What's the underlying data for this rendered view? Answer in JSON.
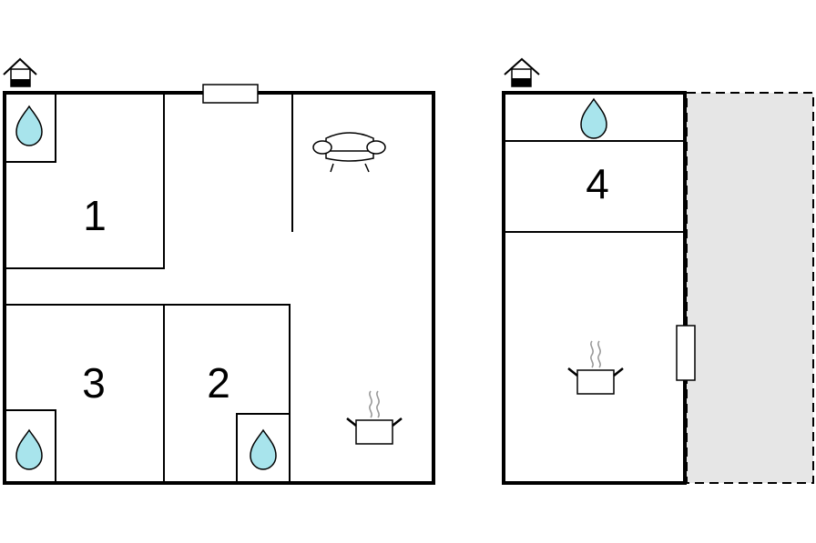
{
  "floorplan": {
    "colors": {
      "wall": "#000000",
      "water": "#a8e4ec",
      "terrace": "#e6e6e6",
      "steam": "#999999"
    },
    "rooms": [
      {
        "id": "room-1",
        "label": "1"
      },
      {
        "id": "room-2",
        "label": "2"
      },
      {
        "id": "room-3",
        "label": "3"
      },
      {
        "id": "room-4",
        "label": "4"
      }
    ],
    "icons": [
      "entrance-icon",
      "window-icon",
      "water-drop-icon",
      "sofa-icon",
      "cooking-pot-icon"
    ]
  }
}
